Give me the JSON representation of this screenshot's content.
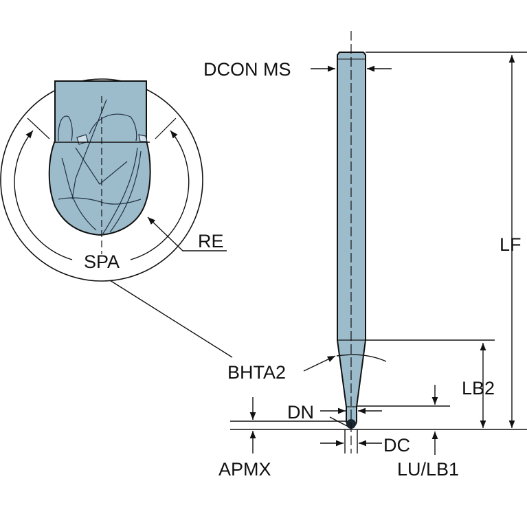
{
  "colors": {
    "tool_fill": "#9dbccb",
    "tool_dark": "#6f95a8",
    "line": "#111111"
  },
  "labels": {
    "dcon_ms": "DCON MS",
    "lf": "LF",
    "re": "RE",
    "spa": "SPA",
    "bhta2": "BHTA2",
    "lb2": "LB2",
    "dn": "DN",
    "dc": "DC",
    "apmx": "APMX",
    "lu_lb1": "LU/LB1"
  }
}
